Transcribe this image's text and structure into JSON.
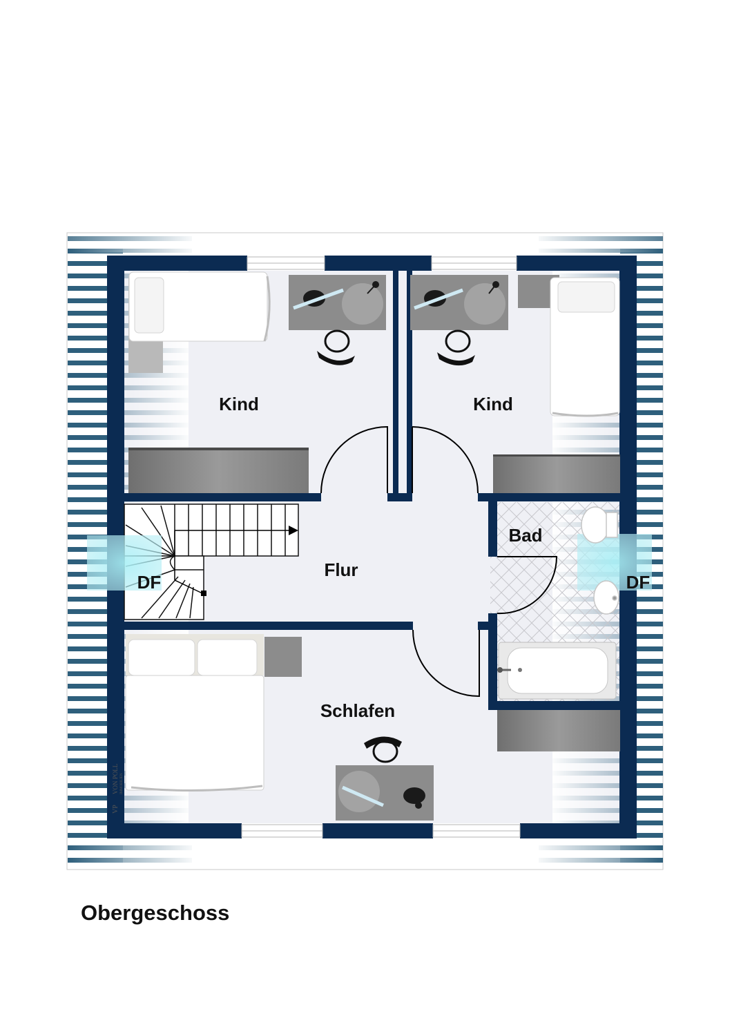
{
  "colors": {
    "wall": "#0b2b52",
    "roof_line": "#2e5f7c",
    "floor": "#eff0f5",
    "furniture_grey": "#8a8a8a",
    "skylight": "#8fe3ec",
    "bed_white": "#ffffff"
  },
  "rooms": {
    "kind_left": "Kind",
    "kind_right": "Kind",
    "flur": "Flur",
    "bad": "Bad",
    "schlafen": "Schlafen",
    "df_left": "DF",
    "df_right": "DF"
  },
  "caption": "Obergeschoss",
  "logo": {
    "initials": "VP",
    "text": "VON POLL",
    "subtext": "IMMOBILIEN"
  },
  "icons": [
    "bed-icon",
    "desk-icon",
    "office-chair-icon",
    "wardrobe-icon",
    "staircase-icon",
    "bathtub-icon",
    "toilet-icon",
    "sink-icon",
    "door-swing-icon",
    "skylight-icon"
  ]
}
